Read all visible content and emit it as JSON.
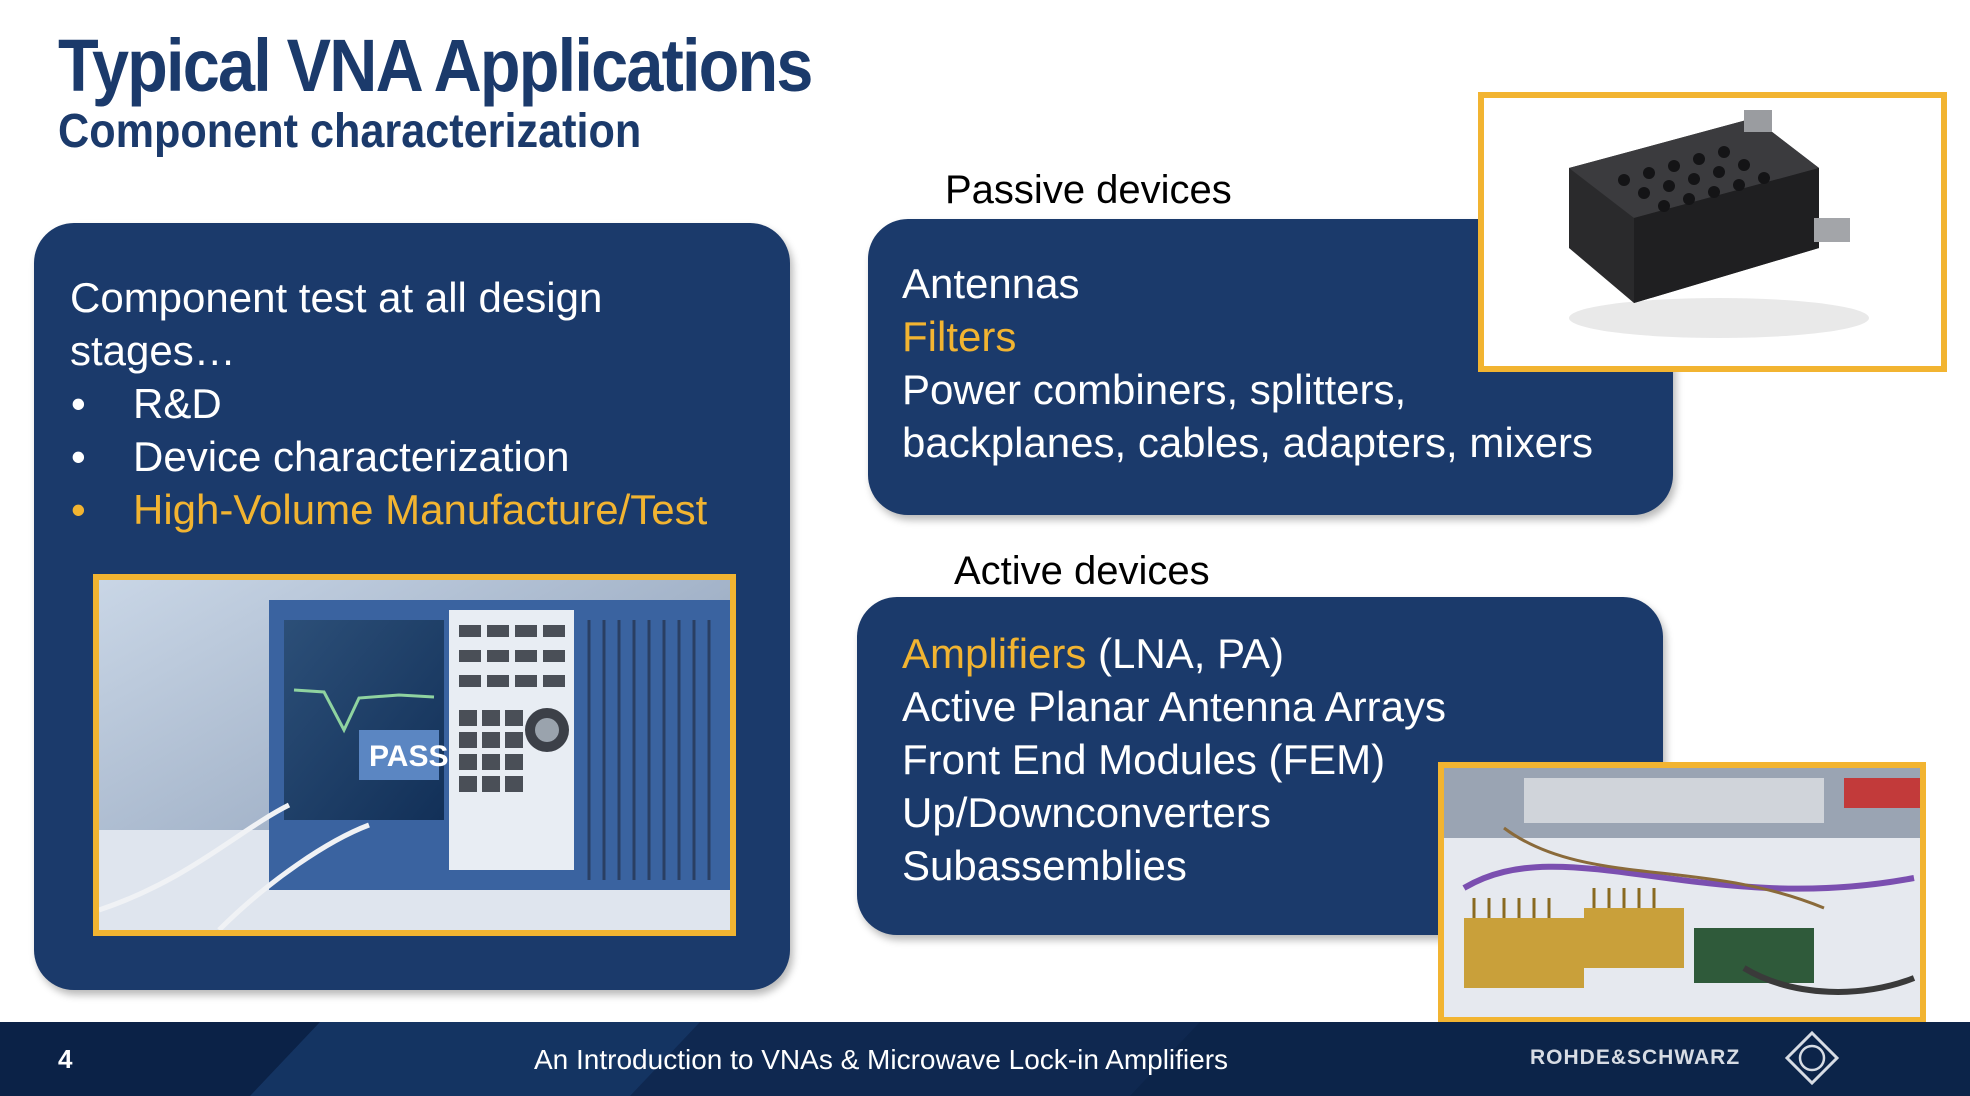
{
  "slide": {
    "title": "Typical VNA Applications",
    "subtitle": "Component characterization"
  },
  "left_panel": {
    "intro": "Component test at all design stages…",
    "bullets": [
      {
        "label": "R&D",
        "highlight": false
      },
      {
        "label": "Device characterization",
        "highlight": false
      },
      {
        "label": "High-Volume Manufacture/Test",
        "highlight": true
      }
    ],
    "bullet_char": "•",
    "photo_label": "PASS"
  },
  "passive": {
    "heading": "Passive devices",
    "items": [
      {
        "text": "Antennas",
        "highlight": false
      },
      {
        "text": "Filters",
        "highlight": true
      },
      {
        "text": "Power combiners, splitters,",
        "highlight": false
      },
      {
        "text": "backplanes, cables, adapters, mixers",
        "highlight": false
      }
    ]
  },
  "active": {
    "heading": "Active devices",
    "items": [
      {
        "accent": "Amplifiers",
        "rest": " (LNA, PA)"
      },
      {
        "text": "Active Planar Antenna Arrays"
      },
      {
        "text": "Front End Modules (FEM)"
      },
      {
        "text": "Up/Downconverters"
      },
      {
        "text": "Subassemblies"
      }
    ]
  },
  "footer": {
    "page_number": "4",
    "title": "An Introduction to VNAs & Microwave Lock-in Amplifiers",
    "brand": "ROHDE&SCHWARZ",
    "logo_icon": "rohde-schwarz-diamond-logo"
  },
  "colors": {
    "panel": "#1b3a6b",
    "accent": "#f2b431",
    "title": "#1b3a6b",
    "footer": "#0f2850"
  }
}
